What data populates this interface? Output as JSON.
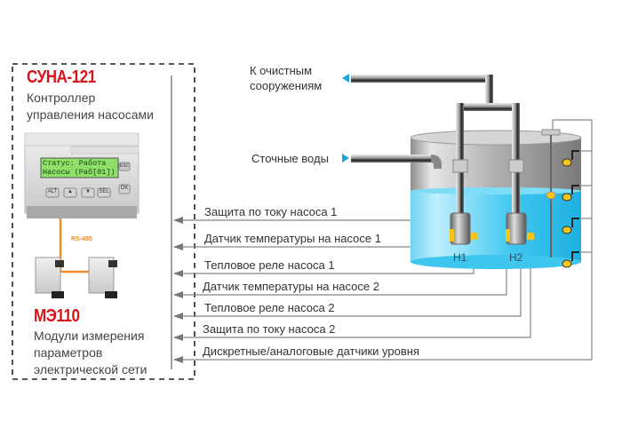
{
  "controller": {
    "title": "СУНА-121",
    "description_line1": "Контроллер",
    "description_line2": "управления насосами",
    "display_line1": "Статус:  Работа",
    "display_line2": "Насосы (Раб[01])",
    "buttons": [
      "ALT",
      "▲",
      "▼",
      "SEL",
      "OK",
      "ESC"
    ]
  },
  "bus": {
    "label": "RS-485",
    "color": "#f28c28"
  },
  "modules": {
    "title": "МЭ110",
    "description_line1": "Модули измерения",
    "description_line2": "параметров",
    "description_line3": "электрической сети"
  },
  "signals": [
    {
      "label": "Защита по току насоса 1"
    },
    {
      "label": "Датчик температуры на насосе 1"
    },
    {
      "label": "Тепловое реле насоса 1"
    },
    {
      "label": "Датчик температуры на насосе 2"
    },
    {
      "label": "Тепловое реле насоса 2"
    },
    {
      "label": "Защита по току насоса 2"
    },
    {
      "label": "Дискретные/аналоговые датчики уровня"
    }
  ],
  "flows": {
    "outlet_line1": "К очистным",
    "outlet_line2": "сооружениям",
    "inlet": "Сточные воды",
    "arrow_color": "#1aa3e0"
  },
  "tank": {
    "pump1_label": "Н1",
    "pump2_label": "Н2",
    "water_color": "#3ec6ef",
    "sensor_color": "#f5c518"
  }
}
